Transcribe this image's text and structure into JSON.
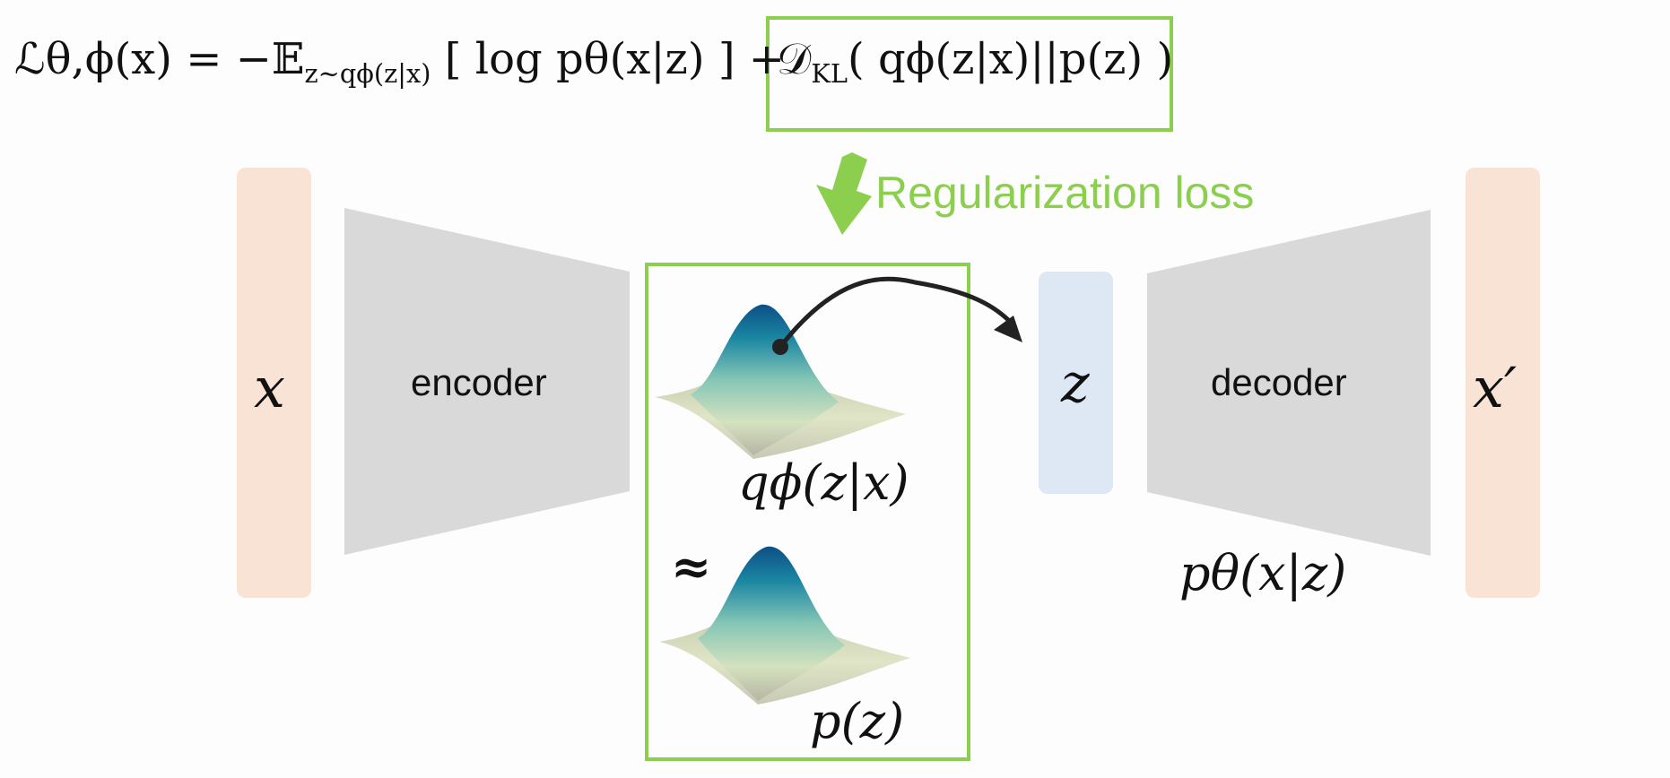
{
  "colors": {
    "green": "#8ccf4f",
    "peach": "#f9e3d5",
    "gray": "#d9d9d9",
    "light_blue": "#dde8f4",
    "arrow_dark": "#222222"
  },
  "equation": {
    "lhs": "ℒθ,ϕ(x) = −𝔼",
    "lhs_sub": "z∼qϕ(z|x)",
    "recon_term": "[ log pθ(x|z) ] +",
    "kl_term": "𝒟",
    "kl_sub": "KL",
    "kl_args": "( qϕ(z|x)||p(z) )"
  },
  "regularization": {
    "label": "Regularization loss",
    "icon": "down-arrow-icon"
  },
  "blocks": {
    "input_label": "x",
    "encoder_label": "encoder",
    "latent_label": "z",
    "decoder_label": "decoder",
    "output_label": "x′"
  },
  "distributions": {
    "posterior_label": "qϕ(z|x)",
    "approx_symbol": "≈",
    "prior_label": "p(z)",
    "likelihood_label": "pθ(x|z)"
  }
}
